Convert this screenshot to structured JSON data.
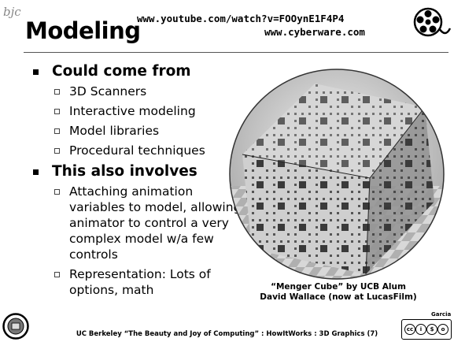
{
  "slide": {
    "title": "Modeling",
    "urls": [
      "www.youtube.com/watch?v=FOOynE1F4P4",
      "www.cyberware.com"
    ],
    "corner_logo_text": "bjc",
    "bullets": [
      {
        "text": "Could come from",
        "subs": [
          "3D Scanners",
          "Interactive modeling",
          "Model libraries",
          "Procedural techniques"
        ]
      },
      {
        "text": "This also involves",
        "subs": [
          "Attaching animation variables to model, allowing animator to control a very complex model w/a few controls",
          "Representation: Lots of options, math"
        ]
      }
    ],
    "image_caption": [
      "“Menger Cube” by UCB Alum",
      "David Wallace (now at LucasFilm)"
    ],
    "footer": "UC Berkeley “The Beauty and Joy of Computing” : HowItWorks : 3D Graphics (7)",
    "author": "Garcia",
    "license_badge": "cc by nc sa"
  }
}
